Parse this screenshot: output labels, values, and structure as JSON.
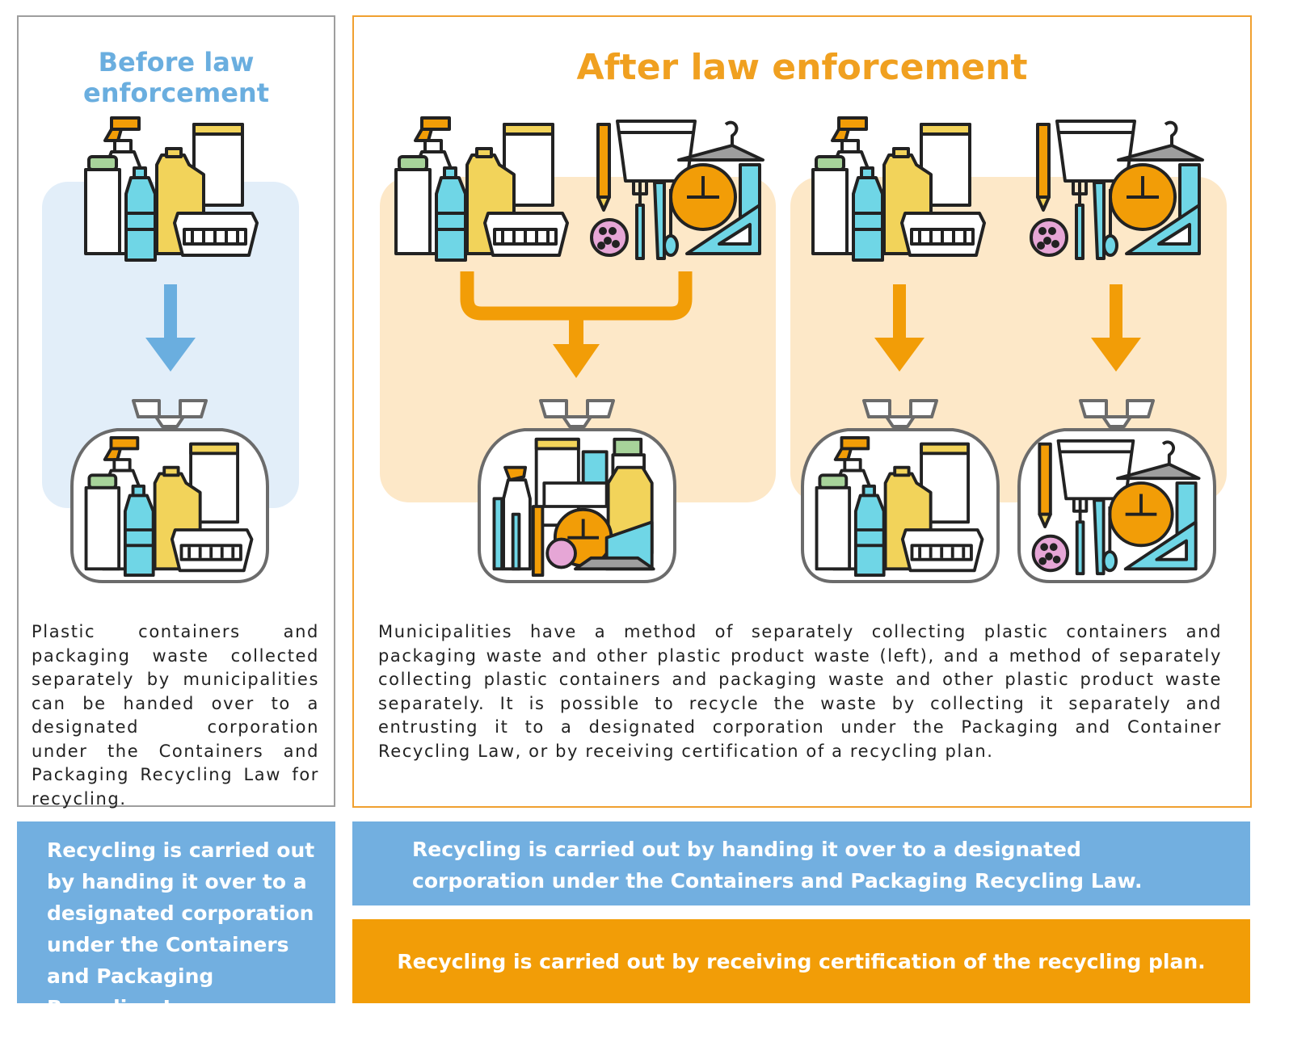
{
  "before": {
    "title": "Before law enforcement",
    "description": "Plastic containers and packaging waste collected separately by municipalities can be handed over to a designated corporation under the Containers and Packaging Recycling Law for recycling.",
    "banner": "Recycling is carried out by handing it over to a designated corporation under the Containers and Packaging Recycling Law."
  },
  "after": {
    "title": "After law enforcement",
    "description": "Municipalities have a method of separately collecting plastic containers and packaging waste and other plastic product waste (left), and a method of separately collecting plastic containers and packaging waste and other plastic product waste separately. It is possible to recycle the waste by collecting it separately and entrusting it to a designated corporation under the Packaging and Container Recycling Law, or by receiving certification of a recycling plan.",
    "banner_blue": "Recycling is carried out by handing it over to a designated corporation under the Containers and Packaging Recycling Law.",
    "banner_orange": "Recycling is carried out by receiving certification of the recycling plan."
  },
  "colors": {
    "blue_accent": "#6aaedf",
    "orange_accent": "#f29d07",
    "blue_zone": "#e2eef9",
    "orange_zone": "#fde8c8"
  },
  "icons": [
    "containers-packaging-icon",
    "plastic-products-icon",
    "garbage-bag-icon",
    "arrow-down-icon",
    "merge-arrow-icon"
  ]
}
